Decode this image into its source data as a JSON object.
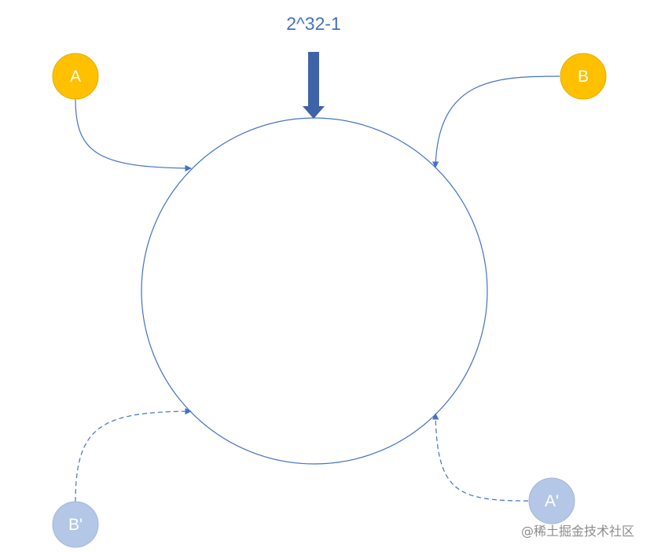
{
  "diagram": {
    "top_label": "2^32-1",
    "nodes": {
      "a": {
        "label": "A"
      },
      "b": {
        "label": "B"
      },
      "a_prime": {
        "label": "A'"
      },
      "b_prime": {
        "label": "B'"
      }
    },
    "watermark": "@稀土掘金技术社区"
  },
  "colors": {
    "ring": "#4472c4",
    "arrow_fill": "#3f63a8",
    "top_label": "#4472c4",
    "node_primary": "#ffc000",
    "node_primary_stroke": "#e6ad00",
    "node_replica": "#b4c7e7",
    "node_replica_stroke": "#a5b8d8",
    "watermark": "#8c8c8c"
  }
}
